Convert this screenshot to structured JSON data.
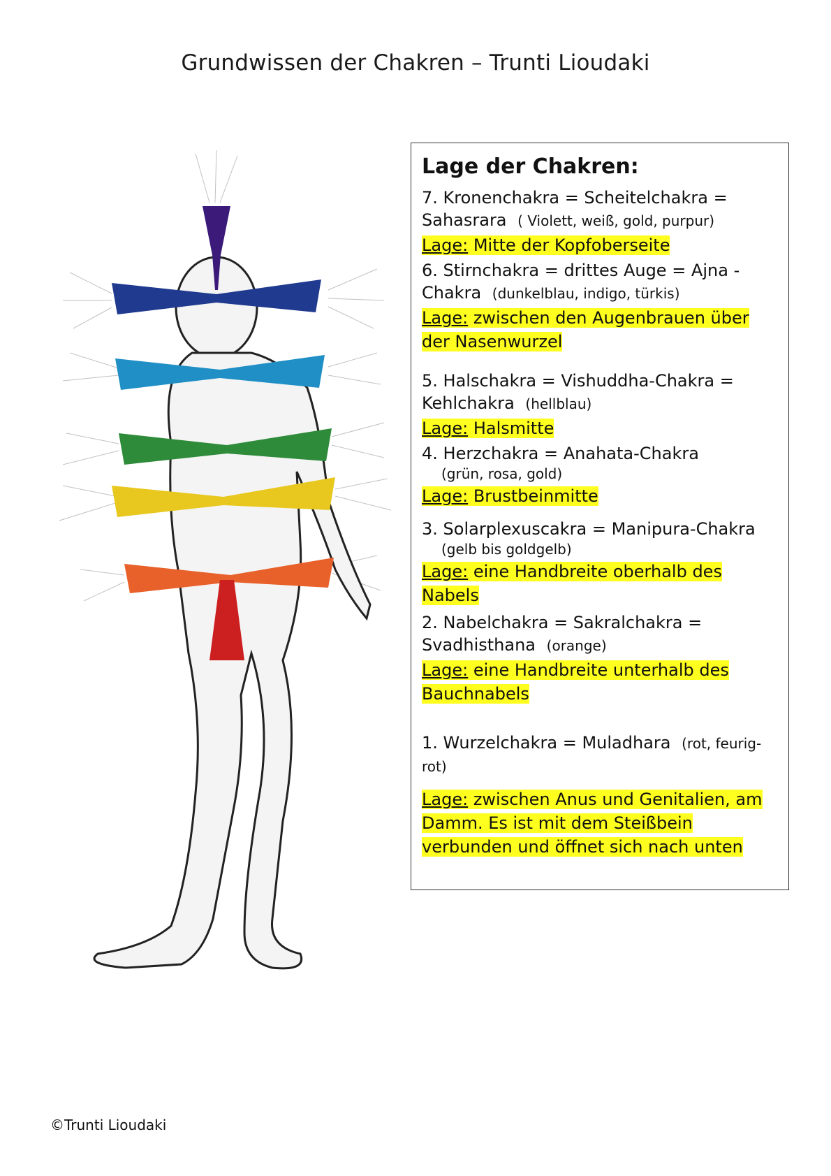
{
  "page": {
    "title": "Grundwissen der Chakren – Trunti Lioudaki",
    "footer": "©Trunti Lioudaki"
  },
  "infobox": {
    "heading": "Lage der Chakren:",
    "chakras": [
      {
        "name_line1": "7. Kronenchakra = Scheitelchakra =",
        "name_line2": "Sahasrara",
        "colors": "( Violett, weiß, gold, purpur)",
        "lage_label": "Lage:",
        "lage_text": "Mitte der Kopfoberseite",
        "color": "#3b1a7a"
      },
      {
        "name_line1": "6. Stirnchakra = drittes Auge = Ajna -",
        "name_line2": "Chakra",
        "colors": "(dunkelblau, indigo, türkis)",
        "lage_label": "Lage:",
        "lage_text": "zwischen den Augenbrauen über der Nasenwurzel",
        "color": "#1f3a8f"
      },
      {
        "name_line1": "5. Halschakra = Vishuddha-Chakra =",
        "name_line2": "Kehlchakra",
        "colors": "(hellblau)",
        "lage_label": "Lage:",
        "lage_text": "Halsmitte",
        "color": "#1f8fc6"
      },
      {
        "name_line1": "4. Herzchakra = Anahata-Chakra",
        "name_line2": "",
        "colors": "(grün, rosa, gold)",
        "lage_label": "Lage:",
        "lage_text": "Brustbeinmitte",
        "color": "#2e8b3a"
      },
      {
        "name_line1": "3. Solarplexuscakra = Manipura-Chakra",
        "name_line2": "",
        "colors": "(gelb bis goldgelb)",
        "lage_label": "Lage:",
        "lage_text": "eine Handbreite oberhalb des Nabels",
        "color": "#e8c81e"
      },
      {
        "name_line1": "2. Nabelchakra = Sakralchakra =",
        "name_line2": "Svadhisthana",
        "colors": "(orange)",
        "lage_label": "Lage:",
        "lage_text": "eine Handbreite unterhalb des Bauchnabels",
        "color": "#e8602a"
      },
      {
        "name_line1": "1. Wurzelchakra = Muladhara",
        "name_line2": "",
        "colors": "(rot, feurig-rot)",
        "lage_label": "Lage:",
        "lage_text": "zwischen Anus und Genitalien, am Damm. Es ist mit dem Steißbein verbunden und öffnet sich nach unten",
        "color": "#cc1f1f"
      }
    ]
  },
  "highlight_color": "#ffff1f"
}
